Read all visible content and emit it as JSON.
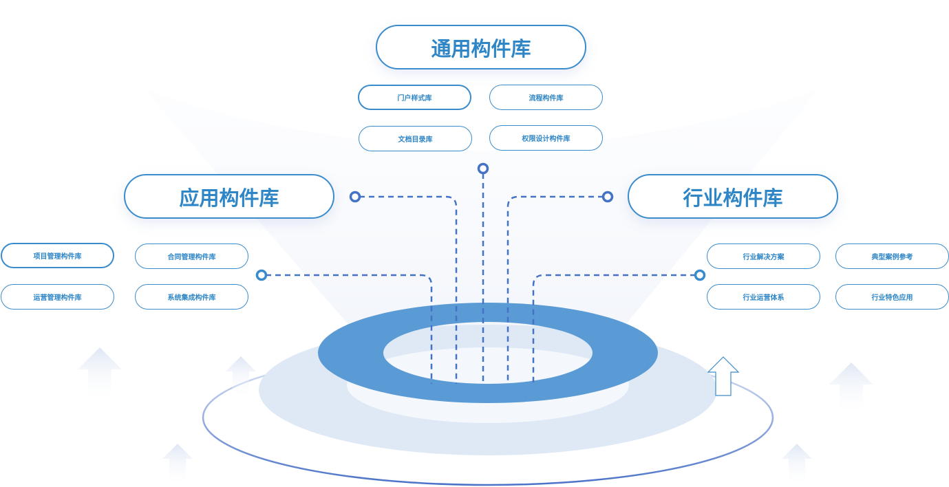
{
  "colors": {
    "accent": "#2f86c6",
    "ring": "#5b9bd5",
    "dash": "#4472c4"
  },
  "general": {
    "title": "通用构件库",
    "items": [
      "门户样式库",
      "流程构件库",
      "文档目录库",
      "权限设计构件库"
    ]
  },
  "application": {
    "title": "应用构件库",
    "items": [
      "项目管理构件库",
      "合同管理构件库",
      "运营管理构件库",
      "系统集成构件库"
    ]
  },
  "industry": {
    "title": "行业构件库",
    "items": [
      "行业解决方案",
      "典型案例参考",
      "行业运营体系",
      "行业特色应用"
    ]
  }
}
